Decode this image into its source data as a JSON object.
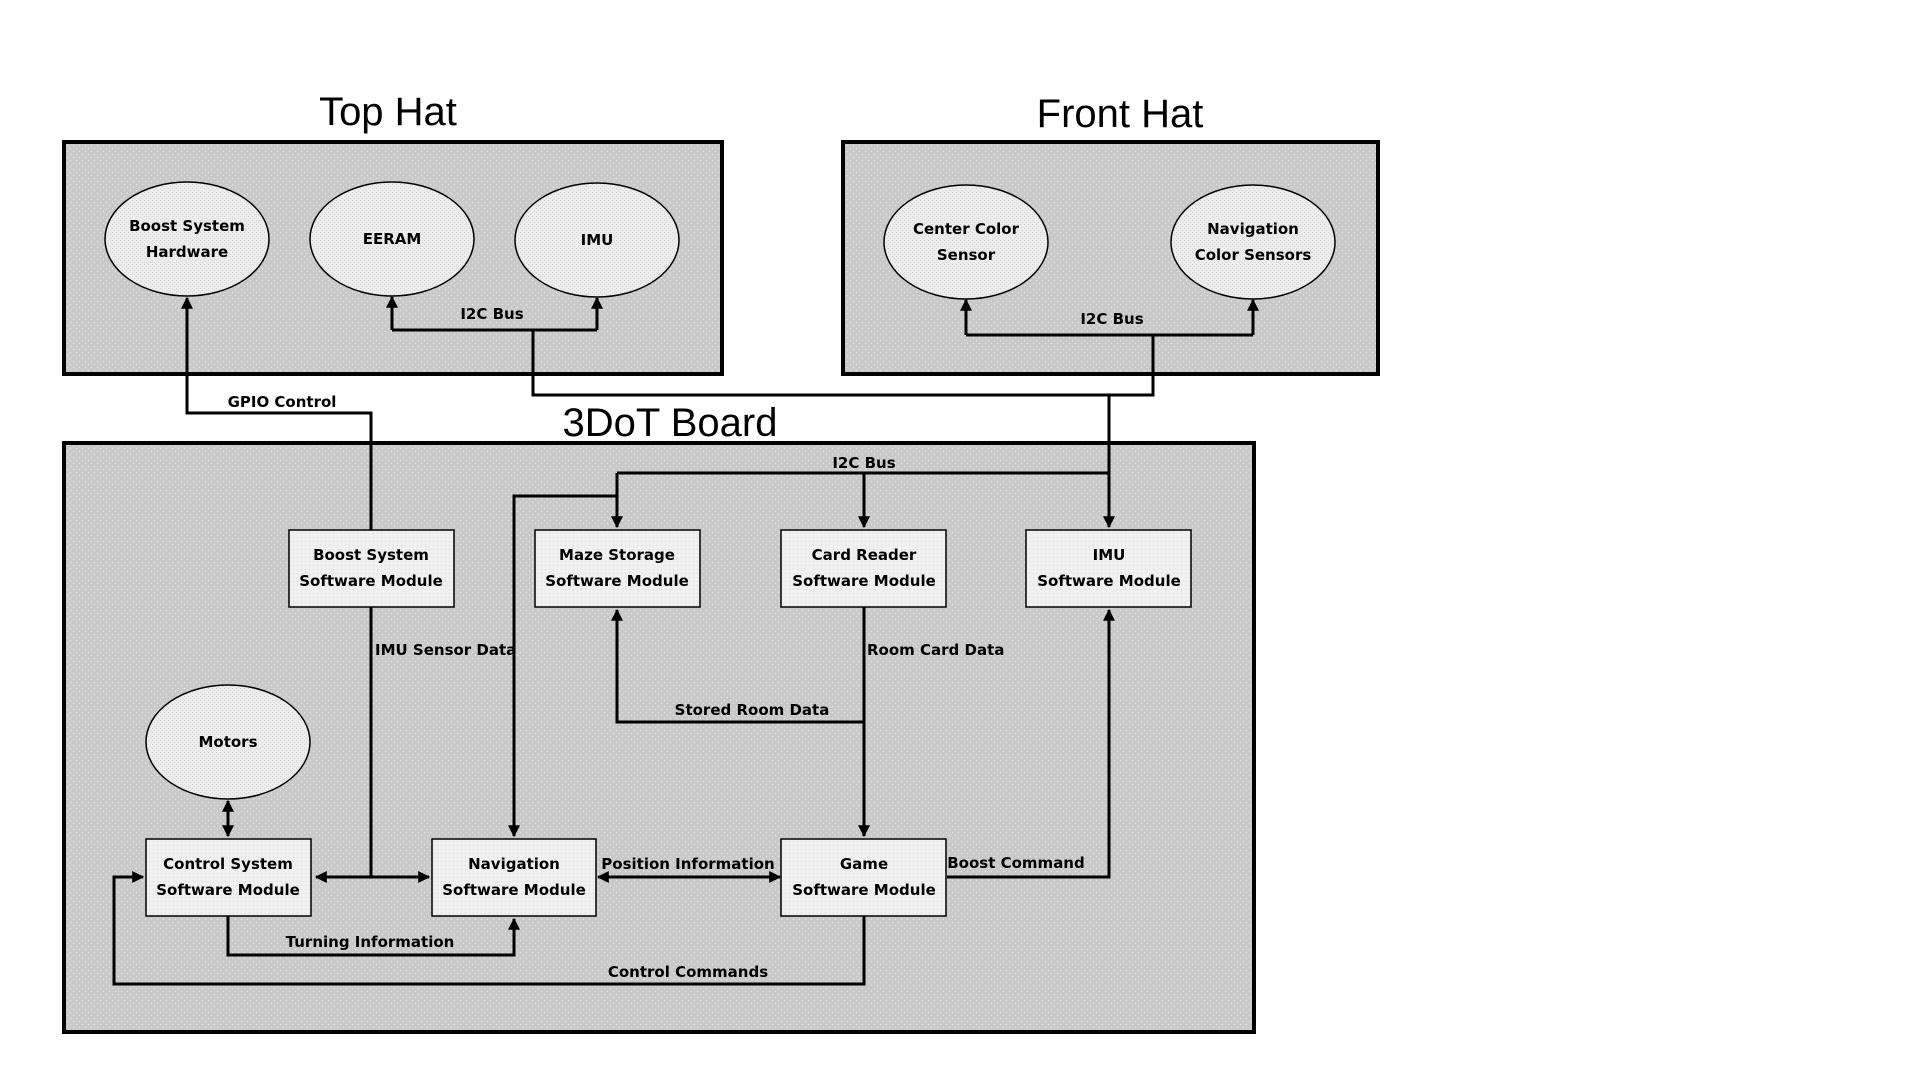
{
  "titles": {
    "top_hat": "Top Hat",
    "front_hat": "Front Hat",
    "board": "3DoT Board"
  },
  "nodes": {
    "boost_hw": [
      "Boost System",
      "Hardware"
    ],
    "eeram": [
      "EERAM"
    ],
    "imu_hw": [
      "IMU"
    ],
    "center_color": [
      "Center Color",
      "Sensor"
    ],
    "nav_color": [
      "Navigation",
      "Color Sensors"
    ],
    "boost_sw": [
      "Boost System",
      "Software Module"
    ],
    "maze_sw": [
      "Maze Storage",
      "Software Module"
    ],
    "card_sw": [
      "Card Reader",
      "Software Module"
    ],
    "imu_sw": [
      "IMU",
      "Software Module"
    ],
    "motors": [
      "Motors"
    ],
    "control_sw": [
      "Control System",
      "Software Module"
    ],
    "nav_sw": [
      "Navigation",
      "Software Module"
    ],
    "game_sw": [
      "Game",
      "Software Module"
    ]
  },
  "edges": {
    "i2c_top": "I2C Bus",
    "i2c_front": "I2C Bus",
    "gpio": "GPIO Control",
    "i2c_board": "I2C Bus",
    "imu_data": "IMU Sensor Data",
    "room_card": "Room Card Data",
    "stored_room": "Stored Room Data",
    "position": "Position Information",
    "boost_cmd": "Boost Command",
    "turning": "Turning Information",
    "control_cmds": "Control Commands"
  }
}
